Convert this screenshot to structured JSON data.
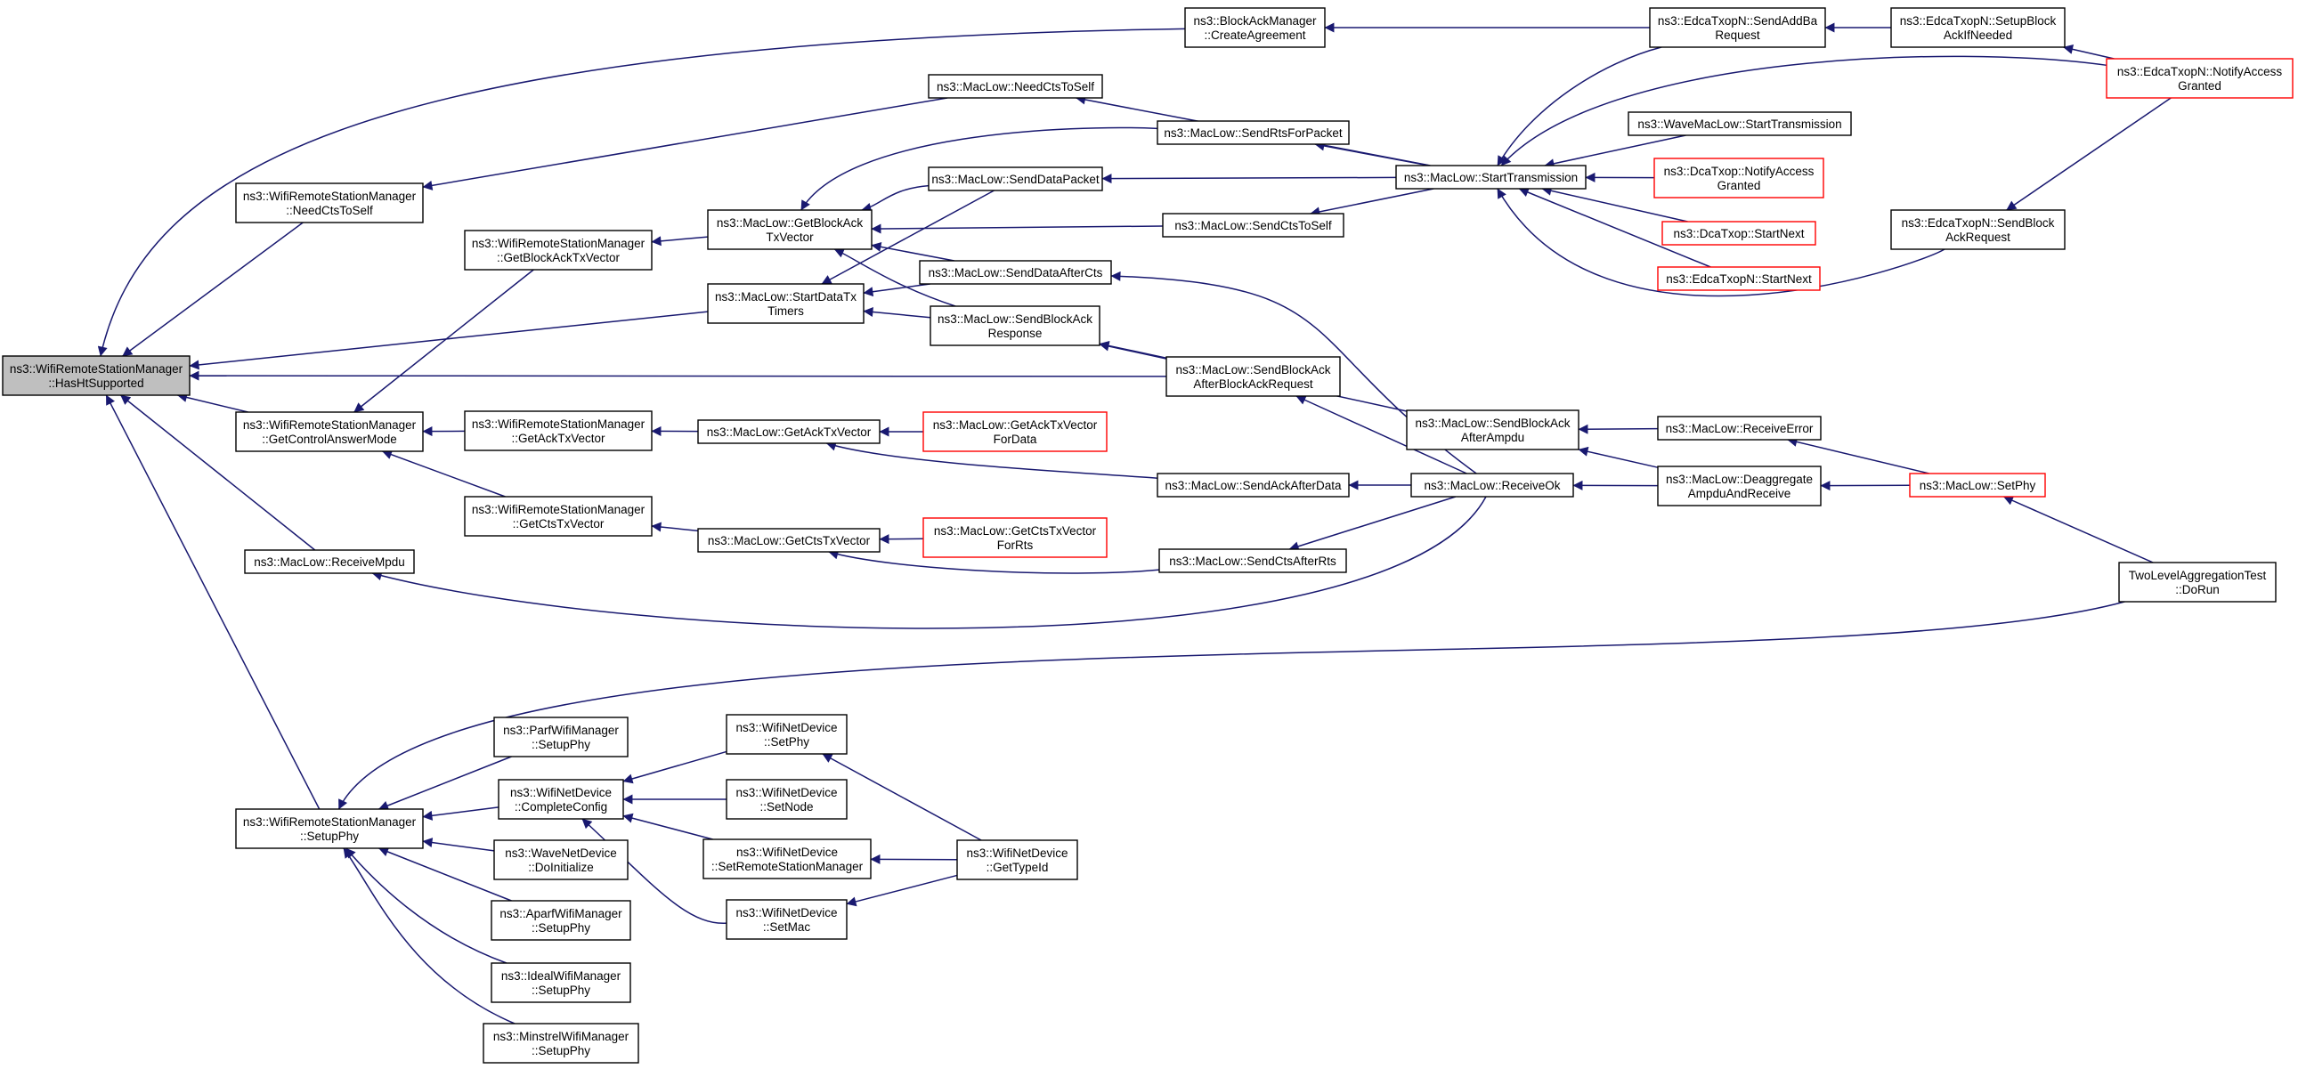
{
  "colors": {
    "edge": "#191970",
    "root_fill": "#bfbfbf",
    "node_fill": "#ffffff",
    "node_border": "#000000",
    "truncated_border": "#ff0000"
  },
  "nodes": [
    {
      "id": "root",
      "lines": [
        "ns3::WifiRemoteStationManager",
        "::HasHtSupported"
      ],
      "style": "root"
    },
    {
      "id": "wrsm_needcts",
      "lines": [
        "ns3::WifiRemoteStationManager",
        "::NeedCtsToSelf"
      ],
      "style": "normal"
    },
    {
      "id": "wrsm_getctrl",
      "lines": [
        "ns3::WifiRemoteStationManager",
        "::GetControlAnswerMode"
      ],
      "style": "normal"
    },
    {
      "id": "ml_receivempdu",
      "lines": [
        "ns3::MacLow::ReceiveMpdu"
      ],
      "style": "normal"
    },
    {
      "id": "wrsm_setupphy",
      "lines": [
        "ns3::WifiRemoteStationManager",
        "::SetupPhy"
      ],
      "style": "normal"
    },
    {
      "id": "wrsm_getback",
      "lines": [
        "ns3::WifiRemoteStationManager",
        "::GetBlockAckTxVector"
      ],
      "style": "normal"
    },
    {
      "id": "wrsm_getack",
      "lines": [
        "ns3::WifiRemoteStationManager",
        "::GetAckTxVector"
      ],
      "style": "normal"
    },
    {
      "id": "wrsm_getcts",
      "lines": [
        "ns3::WifiRemoteStationManager",
        "::GetCtsTxVector"
      ],
      "style": "normal"
    },
    {
      "id": "parf",
      "lines": [
        "ns3::ParfWifiManager",
        "::SetupPhy"
      ],
      "style": "normal"
    },
    {
      "id": "wnd_complete",
      "lines": [
        "ns3::WifiNetDevice",
        "::CompleteConfig"
      ],
      "style": "normal"
    },
    {
      "id": "wave_doinit",
      "lines": [
        "ns3::WaveNetDevice",
        "::DoInitialize"
      ],
      "style": "normal"
    },
    {
      "id": "aparf",
      "lines": [
        "ns3::AparfWifiManager",
        "::SetupPhy"
      ],
      "style": "normal"
    },
    {
      "id": "ideal",
      "lines": [
        "ns3::IdealWifiManager",
        "::SetupPhy"
      ],
      "style": "normal"
    },
    {
      "id": "minstrel",
      "lines": [
        "ns3::MinstrelWifiManager",
        "::SetupPhy"
      ],
      "style": "normal"
    },
    {
      "id": "bam_create",
      "lines": [
        "ns3::BlockAckManager",
        "::CreateAgreement"
      ],
      "style": "normal"
    },
    {
      "id": "ml_needcts",
      "lines": [
        "ns3::MacLow::NeedCtsToSelf"
      ],
      "style": "normal"
    },
    {
      "id": "ml_getback",
      "lines": [
        "ns3::MacLow::GetBlockAck",
        "TxVector"
      ],
      "style": "normal"
    },
    {
      "id": "ml_startdatatx",
      "lines": [
        "ns3::MacLow::StartDataTx",
        "Timers"
      ],
      "style": "normal"
    },
    {
      "id": "ml_getack",
      "lines": [
        "ns3::MacLow::GetAckTxVector"
      ],
      "style": "normal"
    },
    {
      "id": "ml_getcts",
      "lines": [
        "ns3::MacLow::GetCtsTxVector"
      ],
      "style": "normal"
    },
    {
      "id": "wnd_setphy",
      "lines": [
        "ns3::WifiNetDevice",
        "::SetPhy"
      ],
      "style": "normal"
    },
    {
      "id": "wnd_setnode",
      "lines": [
        "ns3::WifiNetDevice",
        "::SetNode"
      ],
      "style": "normal"
    },
    {
      "id": "wnd_setrsm",
      "lines": [
        "ns3::WifiNetDevice",
        "::SetRemoteStationManager"
      ],
      "style": "normal"
    },
    {
      "id": "wnd_setmac",
      "lines": [
        "ns3::WifiNetDevice",
        "::SetMac"
      ],
      "style": "normal"
    },
    {
      "id": "ml_senddatapacket",
      "lines": [
        "ns3::MacLow::SendDataPacket"
      ],
      "style": "normal"
    },
    {
      "id": "ml_senddataaftercts",
      "lines": [
        "ns3::MacLow::SendDataAfterCts"
      ],
      "style": "normal"
    },
    {
      "id": "ml_sendbaresp",
      "lines": [
        "ns3::MacLow::SendBlockAck",
        "Response"
      ],
      "style": "normal"
    },
    {
      "id": "ml_getackfordata",
      "lines": [
        "ns3::MacLow::GetAckTxVector",
        "ForData"
      ],
      "style": "truncated"
    },
    {
      "id": "ml_getctsforrts",
      "lines": [
        "ns3::MacLow::GetCtsTxVector",
        "ForRts"
      ],
      "style": "truncated"
    },
    {
      "id": "wnd_gettypeid",
      "lines": [
        "ns3::WifiNetDevice",
        "::GetTypeId"
      ],
      "style": "normal"
    },
    {
      "id": "ml_sendrts",
      "lines": [
        "ns3::MacLow::SendRtsForPacket"
      ],
      "style": "normal"
    },
    {
      "id": "ml_sendctstoself",
      "lines": [
        "ns3::MacLow::SendCtsToSelf"
      ],
      "style": "normal"
    },
    {
      "id": "ml_sendbaafterbar",
      "lines": [
        "ns3::MacLow::SendBlockAck",
        "AfterBlockAckRequest"
      ],
      "style": "normal"
    },
    {
      "id": "ml_sendackafterdata",
      "lines": [
        "ns3::MacLow::SendAckAfterData"
      ],
      "style": "normal"
    },
    {
      "id": "ml_sendctsafterrts",
      "lines": [
        "ns3::MacLow::SendCtsAfterRts"
      ],
      "style": "normal"
    },
    {
      "id": "ml_starttx",
      "lines": [
        "ns3::MacLow::StartTransmission"
      ],
      "style": "normal"
    },
    {
      "id": "ml_sendbaafterampdu",
      "lines": [
        "ns3::MacLow::SendBlockAck",
        "AfterAmpdu"
      ],
      "style": "normal"
    },
    {
      "id": "ml_receiveok",
      "lines": [
        "ns3::MacLow::ReceiveOk"
      ],
      "style": "normal"
    },
    {
      "id": "edca_sendaddba",
      "lines": [
        "ns3::EdcaTxopN::SendAddBa",
        "Request"
      ],
      "style": "normal"
    },
    {
      "id": "wave_starttx",
      "lines": [
        "ns3::WaveMacLow::StartTransmission"
      ],
      "style": "normal"
    },
    {
      "id": "dca_notify",
      "lines": [
        "ns3::DcaTxop::NotifyAccess",
        "Granted"
      ],
      "style": "truncated"
    },
    {
      "id": "dca_startnext",
      "lines": [
        "ns3::DcaTxop::StartNext"
      ],
      "style": "truncated"
    },
    {
      "id": "edca_startnext",
      "lines": [
        "ns3::EdcaTxopN::StartNext"
      ],
      "style": "truncated"
    },
    {
      "id": "ml_receiveerror",
      "lines": [
        "ns3::MacLow::ReceiveError"
      ],
      "style": "normal"
    },
    {
      "id": "ml_deaggregate",
      "lines": [
        "ns3::MacLow::Deaggregate",
        "AmpduAndReceive"
      ],
      "style": "normal"
    },
    {
      "id": "edca_setupblock",
      "lines": [
        "ns3::EdcaTxopN::SetupBlock",
        "AckIfNeeded"
      ],
      "style": "normal"
    },
    {
      "id": "edca_sendbar",
      "lines": [
        "ns3::EdcaTxopN::SendBlock",
        "AckRequest"
      ],
      "style": "normal"
    },
    {
      "id": "edca_notify",
      "lines": [
        "ns3::EdcaTxopN::NotifyAccess",
        "Granted"
      ],
      "style": "truncated"
    },
    {
      "id": "ml_setphy",
      "lines": [
        "ns3::MacLow::SetPhy"
      ],
      "style": "truncated"
    },
    {
      "id": "tla_dorun",
      "lines": [
        "TwoLevelAggregationTest",
        "::DoRun"
      ],
      "style": "normal"
    }
  ],
  "edges": [
    {
      "from": "wrsm_needcts",
      "to": "root"
    },
    {
      "from": "wrsm_getctrl",
      "to": "root"
    },
    {
      "from": "ml_receivempdu",
      "to": "root"
    },
    {
      "from": "wrsm_setupphy",
      "to": "root"
    },
    {
      "from": "bam_create",
      "to": "root"
    },
    {
      "from": "ml_startdatatx",
      "to": "root"
    },
    {
      "from": "ml_sendbaafterbar",
      "to": "root"
    },
    {
      "from": "ml_needcts",
      "to": "wrsm_needcts"
    },
    {
      "from": "wrsm_getback",
      "to": "wrsm_getctrl"
    },
    {
      "from": "wrsm_getack",
      "to": "wrsm_getctrl"
    },
    {
      "from": "wrsm_getcts",
      "to": "wrsm_getctrl"
    },
    {
      "from": "ml_receiveok",
      "to": "ml_receivempdu"
    },
    {
      "from": "parf",
      "to": "wrsm_setupphy"
    },
    {
      "from": "wnd_complete",
      "to": "wrsm_setupphy"
    },
    {
      "from": "wave_doinit",
      "to": "wrsm_setupphy"
    },
    {
      "from": "aparf",
      "to": "wrsm_setupphy"
    },
    {
      "from": "ideal",
      "to": "wrsm_setupphy"
    },
    {
      "from": "minstrel",
      "to": "wrsm_setupphy"
    },
    {
      "from": "tla_dorun",
      "to": "wrsm_setupphy"
    },
    {
      "from": "ml_getback",
      "to": "wrsm_getback"
    },
    {
      "from": "ml_getack",
      "to": "wrsm_getack"
    },
    {
      "from": "ml_getcts",
      "to": "wrsm_getcts"
    },
    {
      "from": "wnd_setphy",
      "to": "wnd_complete"
    },
    {
      "from": "wnd_setnode",
      "to": "wnd_complete"
    },
    {
      "from": "wnd_setrsm",
      "to": "wnd_complete"
    },
    {
      "from": "wnd_setmac",
      "to": "wnd_complete"
    },
    {
      "from": "edca_sendaddba",
      "to": "bam_create"
    },
    {
      "from": "ml_starttx",
      "to": "ml_needcts"
    },
    {
      "from": "ml_sendrts",
      "to": "ml_getback"
    },
    {
      "from": "ml_senddatapacket",
      "to": "ml_getback"
    },
    {
      "from": "ml_sendctstoself",
      "to": "ml_getback"
    },
    {
      "from": "ml_senddataaftercts",
      "to": "ml_getback"
    },
    {
      "from": "ml_sendbaresp",
      "to": "ml_getback"
    },
    {
      "from": "ml_senddatapacket",
      "to": "ml_startdatatx"
    },
    {
      "from": "ml_senddataaftercts",
      "to": "ml_startdatatx"
    },
    {
      "from": "ml_sendbaresp",
      "to": "ml_startdatatx"
    },
    {
      "from": "ml_getackfordata",
      "to": "ml_getack"
    },
    {
      "from": "ml_sendackafterdata",
      "to": "ml_getack"
    },
    {
      "from": "ml_getctsforrts",
      "to": "ml_getcts"
    },
    {
      "from": "ml_sendctsafterrts",
      "to": "ml_getcts"
    },
    {
      "from": "wnd_gettypeid",
      "to": "wnd_setphy"
    },
    {
      "from": "wnd_gettypeid",
      "to": "wnd_setmac"
    },
    {
      "from": "wnd_gettypeid",
      "to": "wnd_setrsm"
    },
    {
      "from": "ml_starttx",
      "to": "ml_sendrts"
    },
    {
      "from": "ml_starttx",
      "to": "ml_senddatapacket"
    },
    {
      "from": "ml_starttx",
      "to": "ml_sendctstoself"
    },
    {
      "from": "ml_receiveok",
      "to": "ml_senddataaftercts"
    },
    {
      "from": "ml_sendbaafterampdu",
      "to": "ml_sendbaresp"
    },
    {
      "from": "ml_sendbaafterbar",
      "to": "ml_sendbaresp"
    },
    {
      "from": "ml_receiveok",
      "to": "ml_sendbaafterbar"
    },
    {
      "from": "ml_receiveok",
      "to": "ml_sendackafterdata"
    },
    {
      "from": "ml_receiveok",
      "to": "ml_sendctsafterrts"
    },
    {
      "from": "edca_sendaddba",
      "to": "ml_starttx"
    },
    {
      "from": "wave_starttx",
      "to": "ml_starttx"
    },
    {
      "from": "dca_notify",
      "to": "ml_starttx"
    },
    {
      "from": "dca_startnext",
      "to": "ml_starttx"
    },
    {
      "from": "edca_startnext",
      "to": "ml_starttx"
    },
    {
      "from": "edca_notify",
      "to": "ml_starttx"
    },
    {
      "from": "edca_sendbar",
      "to": "ml_starttx"
    },
    {
      "from": "ml_receiveerror",
      "to": "ml_sendbaafterampdu"
    },
    {
      "from": "ml_deaggregate",
      "to": "ml_sendbaafterampdu"
    },
    {
      "from": "ml_deaggregate",
      "to": "ml_receiveok"
    },
    {
      "from": "edca_setupblock",
      "to": "edca_sendaddba"
    },
    {
      "from": "edca_notify",
      "to": "edca_setupblock"
    },
    {
      "from": "edca_notify",
      "to": "edca_sendbar"
    },
    {
      "from": "ml_setphy",
      "to": "ml_receiveerror"
    },
    {
      "from": "ml_setphy",
      "to": "ml_deaggregate"
    },
    {
      "from": "tla_dorun",
      "to": "ml_setphy"
    }
  ]
}
